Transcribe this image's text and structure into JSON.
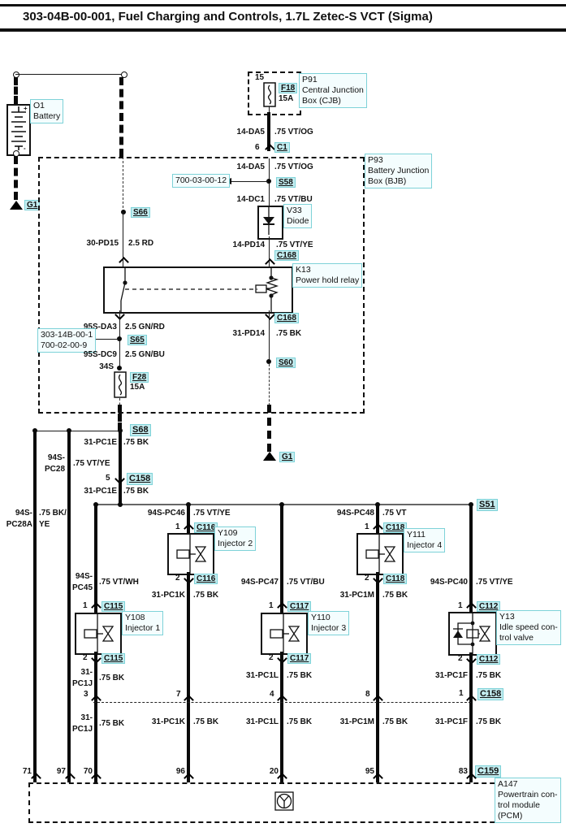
{
  "title": "303-04B-00-001, Fuel Charging and Controls, 1.7L Zetec-S VCT (Sigma)",
  "battery": {
    "id": "O1",
    "name": "Battery",
    "plus": "+",
    "minus": "-"
  },
  "grounds": {
    "left": "G1",
    "bjb": "G1"
  },
  "cjb": {
    "id": "P91",
    "name1": "Central Junction",
    "name2": "Box (CJB)",
    "fuse_pin": "15",
    "fuse_id": "F18",
    "fuse_amp": "15A"
  },
  "c1": {
    "pin": "6",
    "conn": "C1"
  },
  "bjb": {
    "id": "P93",
    "name1": "Battery Junction",
    "name2": "Box (BJB)"
  },
  "diode": {
    "id": "V33",
    "name": "Diode"
  },
  "relay": {
    "id": "K13",
    "name": "Power hold relay",
    "conn_top": "C168",
    "conn_bot": "C168"
  },
  "fuse2": {
    "pin": "34S",
    "id": "F28",
    "amp": "15A"
  },
  "splices": {
    "s58": "S58",
    "s66": "S66",
    "s65": "S65",
    "s60": "S60",
    "s68": "S68",
    "s51": "S51"
  },
  "refs": {
    "r1": "700-03-00-12",
    "r2a": "303-14B-00-1",
    "r2b": "700-02-00-9"
  },
  "wires": {
    "w14da5": {
      "code": "14-DA5",
      "spec": ".75 VT/OG"
    },
    "w14da5b": {
      "code": "14-DA5",
      "spec": ".75 VT/OG"
    },
    "w14dc1": {
      "code": "14-DC1",
      "spec": ".75 VT/BU"
    },
    "w14pd14": {
      "code": "14-PD14",
      "spec": ".75 VT/YE"
    },
    "w30pd15": {
      "code": "30-PD15",
      "spec": "2.5 RD"
    },
    "w95sda3": {
      "code": "95S-DA3",
      "spec": "2.5 GN/RD"
    },
    "w95sdc9": {
      "code": "95S-DC9",
      "spec": "2.5 GN/BU"
    },
    "w31pd14": {
      "code": "31-PD14",
      "spec": ".75 BK"
    },
    "w31pc1e": {
      "code": "31-PC1E",
      "spec": ".75 BK"
    },
    "w31pc1e2": {
      "code": "31-PC1E",
      "spec": ".75 BK"
    },
    "w94spc28": {
      "l1": "94S-",
      "l2": "PC28",
      "spec": ".75 VT/YE",
      "pcm_pin": "97"
    },
    "w94spc28a": {
      "l1": "94S-",
      "l2": "PC28A",
      "spec1": ".75 BK/",
      "spec2": "YE",
      "pcm_pin": "71"
    }
  },
  "c158_mid": {
    "pin": "5",
    "conn": "C158"
  },
  "cols": [
    {
      "feed1": "94S-",
      "feed2": "PC45",
      "feed_spec": ".75 VT/WH",
      "pin_top": "1",
      "conn_top": "C115",
      "id": "Y108",
      "name": "Injector 1",
      "pin_bot": "2",
      "conn_bot": "C115",
      "ret1a": "31-",
      "ret1b": "PC1J",
      "ret_spec": ".75 BK",
      "c158_pin": "3",
      "ret2a": "31-",
      "ret2b": "PC1J",
      "ret2_spec": ".75 BK",
      "pcm_pin": "70"
    },
    {
      "feed": "94S-PC46",
      "feed_spec": ".75 VT/YE",
      "pin_top": "1",
      "conn_top": "C116",
      "id": "Y109",
      "name": "Injector 2",
      "pin_bot": "2",
      "conn_bot": "C116",
      "ret": "31-PC1K",
      "ret_spec": ".75 BK",
      "c158_pin": "7",
      "ret2": "31-PC1K",
      "ret2_spec": ".75 BK",
      "pcm_pin": "96"
    },
    {
      "feed": "94S-PC47",
      "feed_spec": ".75 VT/BU",
      "pin_top": "1",
      "conn_top": "C117",
      "id": "Y110",
      "name": "Injector 3",
      "pin_bot": "2",
      "conn_bot": "C117",
      "ret": "31-PC1L",
      "ret_spec": ".75 BK",
      "c158_pin": "4",
      "ret2": "31-PC1L",
      "ret2_spec": ".75 BK",
      "pcm_pin": "20"
    },
    {
      "feed": "94S-PC48",
      "feed_spec": ".75 VT",
      "pin_top": "1",
      "conn_top": "C118",
      "id": "Y111",
      "name": "Injector 4",
      "pin_bot": "2",
      "conn_bot": "C118",
      "ret": "31-PC1M",
      "ret_spec": ".75 BK",
      "c158_pin": "8",
      "ret2": "31-PC1M",
      "ret2_spec": ".75 BK",
      "pcm_pin": "95"
    },
    {
      "feed": "94S-PC40",
      "feed_spec": ".75 VT/YE",
      "pin_top": "1",
      "conn_top": "C112",
      "id": "Y13",
      "name1": "Idle speed con-",
      "name2": "trol valve",
      "pin_bot": "2",
      "conn_bot": "C112",
      "ret": "31-PC1F",
      "ret_spec": ".75 BK",
      "c158_pin": "1",
      "c158_conn": "C158",
      "ret2": "31-PC1F",
      "ret2_spec": ".75 BK",
      "pcm_pin": "83"
    }
  ],
  "pcm": {
    "id": "A147",
    "name1": "Powertrain con-",
    "name2": "trol module",
    "name3": "(PCM)",
    "conn": "C159"
  }
}
